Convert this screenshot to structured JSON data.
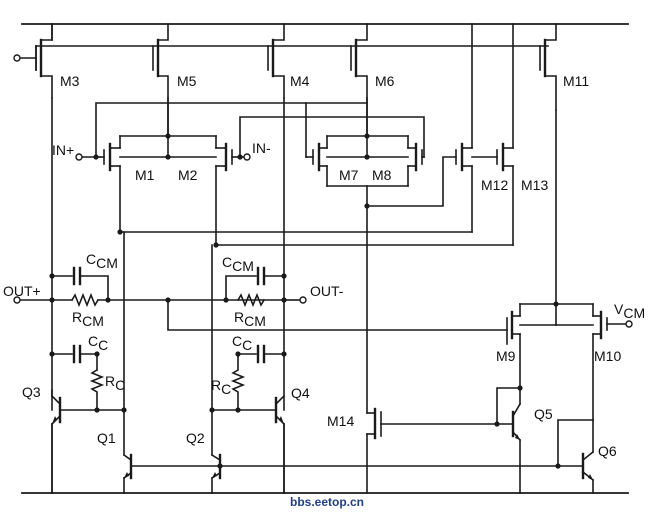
{
  "labels": {
    "m3": "M3",
    "m5": "M5",
    "m4": "M4",
    "m6": "M6",
    "m11": "M11",
    "m1": "M1",
    "m2": "M2",
    "m7": "M7",
    "m8": "M8",
    "m12": "M12",
    "m13": "M13",
    "m9": "M9",
    "m10": "M10",
    "m14": "M14",
    "q1": "Q1",
    "q2": "Q2",
    "q3": "Q3",
    "q4": "Q4",
    "q5": "Q5",
    "q6": "Q6",
    "in_plus": "IN+",
    "in_minus": "IN-",
    "out_plus": "OUT+",
    "out_minus": "OUT-",
    "c_cm_left": "C",
    "c_cm_left_sub": "CM",
    "c_cm_right": "C",
    "c_cm_right_sub": "CM",
    "r_cm_left": "R",
    "r_cm_left_sub": "CM",
    "r_cm_right": "R",
    "r_cm_right_sub": "CM",
    "c_c_left": "C",
    "c_c_left_sub": "C",
    "c_c_right": "C",
    "c_c_right_sub": "C",
    "r_c_left": "R",
    "r_c_left_sub": "C",
    "r_c_right": "R",
    "r_c_right_sub": "C",
    "v_cm": "V",
    "v_cm_sub": "CM"
  },
  "watermark": "bbs.eetop.cn"
}
